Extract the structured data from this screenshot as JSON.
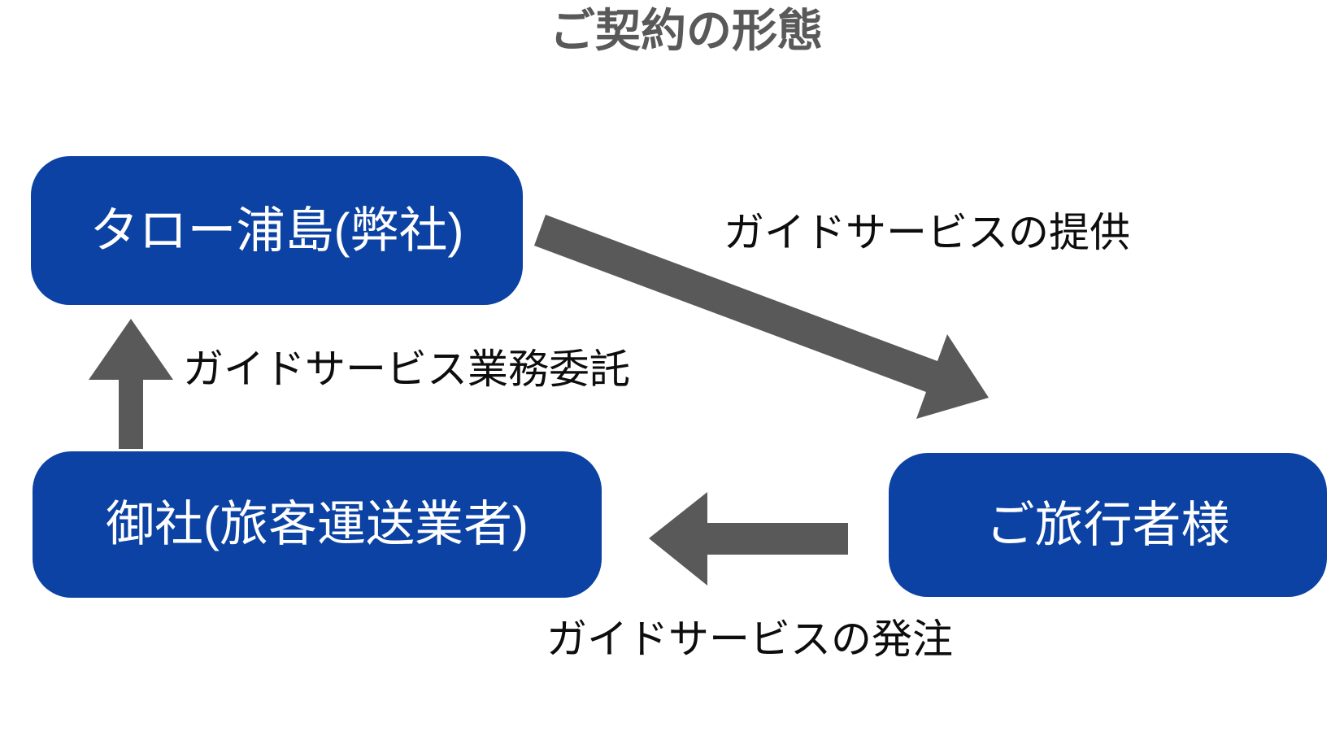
{
  "title": "ご契約の形態",
  "colors": {
    "node_blue": "#0b42a3",
    "arrow_gray": "#595959",
    "title_gray": "#595959",
    "label_black": "#0d0d0d"
  },
  "nodes": {
    "company": {
      "label": "タロー浦島(弊社)"
    },
    "client": {
      "label": "御社(旅客運送業者)"
    },
    "traveler": {
      "label": "ご旅行者様"
    }
  },
  "arrows": {
    "provide": {
      "label": "ガイドサービスの提供",
      "from": "タロー浦島(弊社)",
      "to": "ご旅行者様",
      "direction": "diagonal-down-right"
    },
    "outsource": {
      "label": "ガイドサービス業務委託",
      "from": "御社(旅客運送業者)",
      "to": "タロー浦島(弊社)",
      "direction": "up"
    },
    "order": {
      "label": "ガイドサービスの発注",
      "from": "ご旅行者様",
      "to": "御社(旅客運送業者)",
      "direction": "left"
    }
  }
}
